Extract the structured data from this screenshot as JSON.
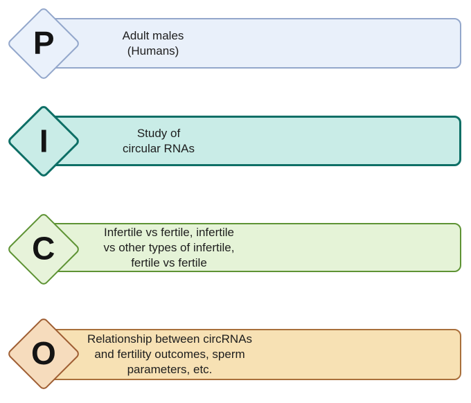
{
  "diagram": {
    "name": "PICO framework diagram",
    "text_color": "#1d1d1d"
  },
  "rows": [
    {
      "id": "population",
      "letter": "P",
      "lines": [
        "Adult males",
        "(Humans)"
      ],
      "colors": {
        "diamond_fill": "#eaf1fb",
        "diamond_border": "#93a7cb",
        "band_fill": "#e9f0fa",
        "band_border": "#93a7cb"
      }
    },
    {
      "id": "intervention",
      "letter": "I",
      "lines": [
        "Study of",
        "circular RNAs"
      ],
      "colors": {
        "diamond_fill": "#c9ece7",
        "diamond_border": "#0e6f66",
        "band_fill": "#c9ece7",
        "band_border": "#0e6f66"
      }
    },
    {
      "id": "comparison",
      "letter": "C",
      "lines": [
        "Infertile vs fertile, infertile",
        "vs other types of infertile,",
        "fertile vs fertile"
      ],
      "colors": {
        "diamond_fill": "#e7f3da",
        "diamond_border": "#5e9334",
        "band_fill": "#e5f3d7",
        "band_border": "#5e9334"
      }
    },
    {
      "id": "outcome",
      "letter": "O",
      "lines": [
        "Relationship between circRNAs",
        "and fertility outcomes, sperm",
        "parameters, etc."
      ],
      "colors": {
        "diamond_fill": "#f6dcbd",
        "diamond_border": "#9f5e33",
        "band_fill": "#f7e1b4",
        "band_border": "#a96f3b"
      }
    }
  ]
}
